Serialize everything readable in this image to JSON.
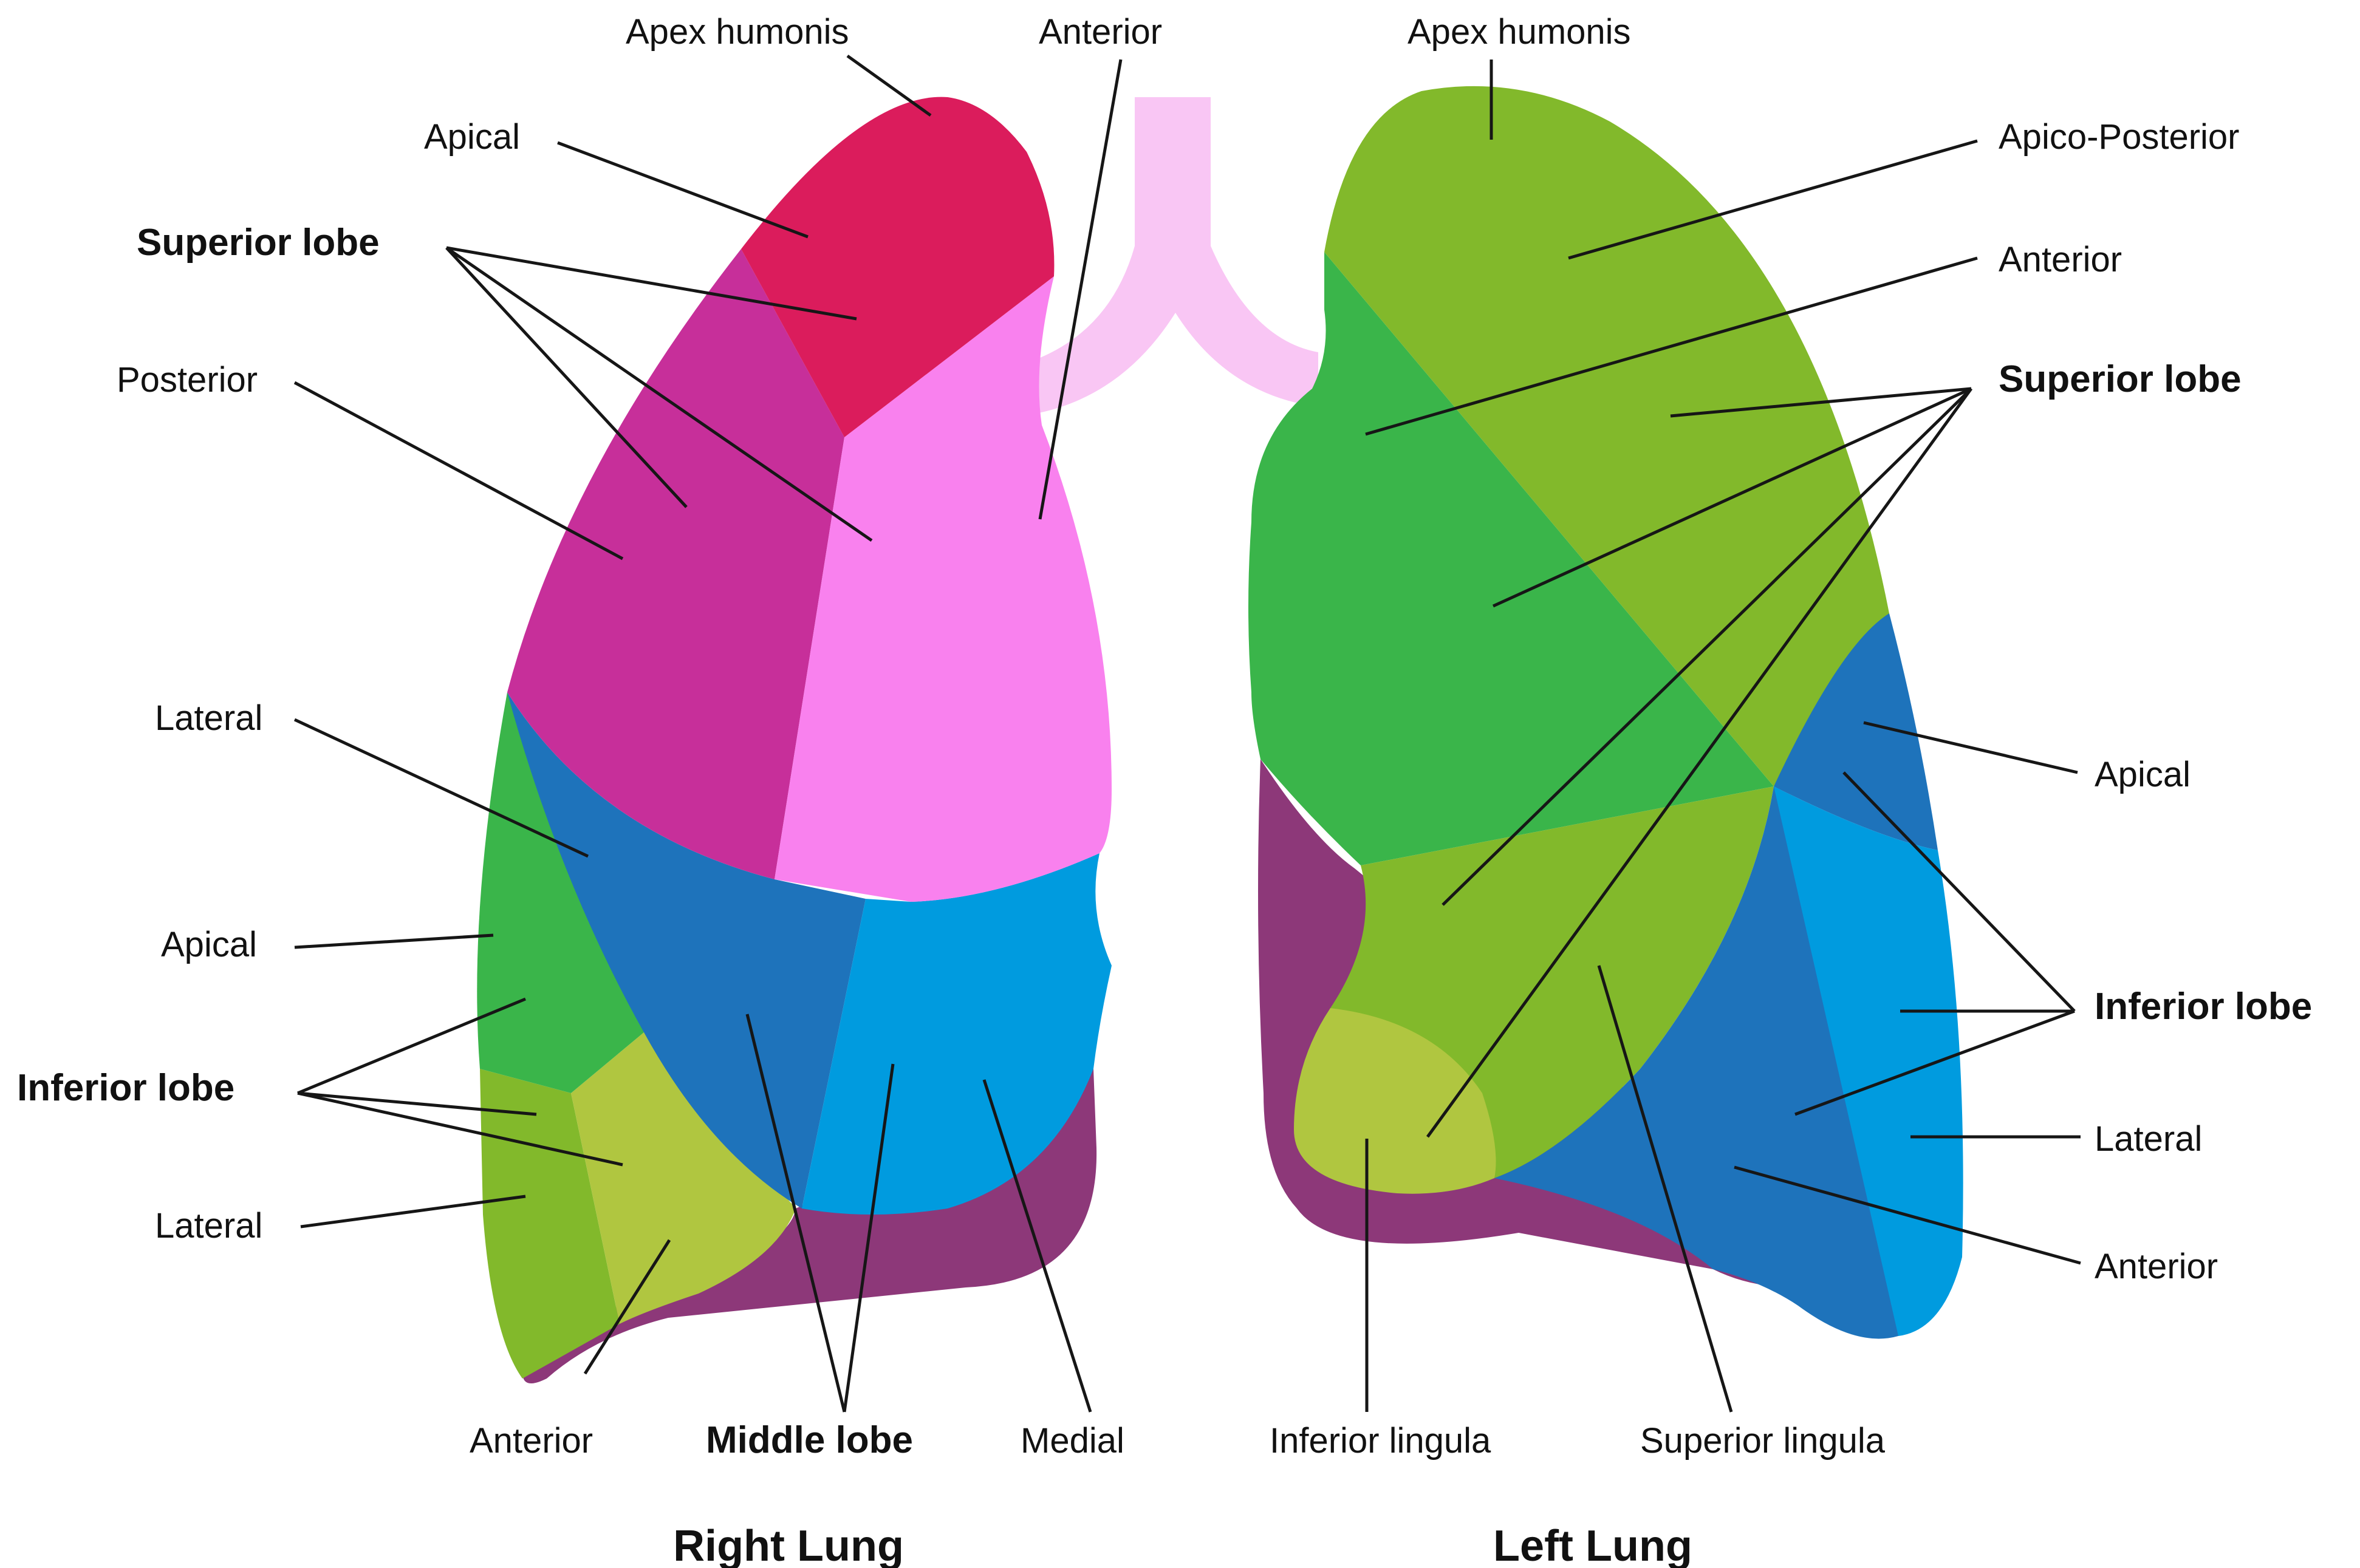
{
  "colors": {
    "trachea": "#f9c6f4",
    "right_apical": "#db1c5c",
    "right_posterior": "#c72f9a",
    "right_anterior": "#f981ee",
    "right_inferior_superior": "#1e73bb",
    "right_inferior_apical": "#3ab54a",
    "right_inferior_lateral": "#82b92b",
    "right_inferior_anterior": "#b0c640",
    "right_middle_lateral": "#1e73bb",
    "right_middle_medial": "#009bdf",
    "right_base": "#8d3879",
    "left_apicoposterior": "#82b92b",
    "left_anterior": "#3ab54a",
    "left_superior_lingula": "#82b92b",
    "left_inferior_lingula": "#b0c640",
    "left_base": "#8d3879",
    "left_inferior_anterior": "#1e73bb",
    "left_inferior_apical": "#1e73bb",
    "left_inferior_lateral": "#009bdf"
  },
  "right_lung": {
    "title": "Right Lung",
    "labels": {
      "apex": "Apex humonis",
      "anterior_top": "Anterior",
      "apical": "Apical",
      "superior_lobe": "Superior lobe",
      "posterior": "Posterior",
      "lateral_upper": "Lateral",
      "apical_lower": "Apical",
      "inferior_lobe": "Inferior lobe",
      "lateral_lower": "Lateral",
      "anterior_bottom": "Anterior",
      "middle_lobe": "Middle lobe",
      "medial": "Medial"
    }
  },
  "left_lung": {
    "title": "Left Lung",
    "labels": {
      "apex": "Apex humonis",
      "apico_posterior": "Apico-Posterior",
      "anterior": "Anterior",
      "superior_lobe": "Superior lobe",
      "apical": "Apical",
      "inferior_lobe": "Inferior lobe",
      "lateral": "Lateral",
      "anterior_lower": "Anterior",
      "inferior_lingula": "Inferior lingula",
      "superior_lingula": "Superior lingula"
    }
  }
}
